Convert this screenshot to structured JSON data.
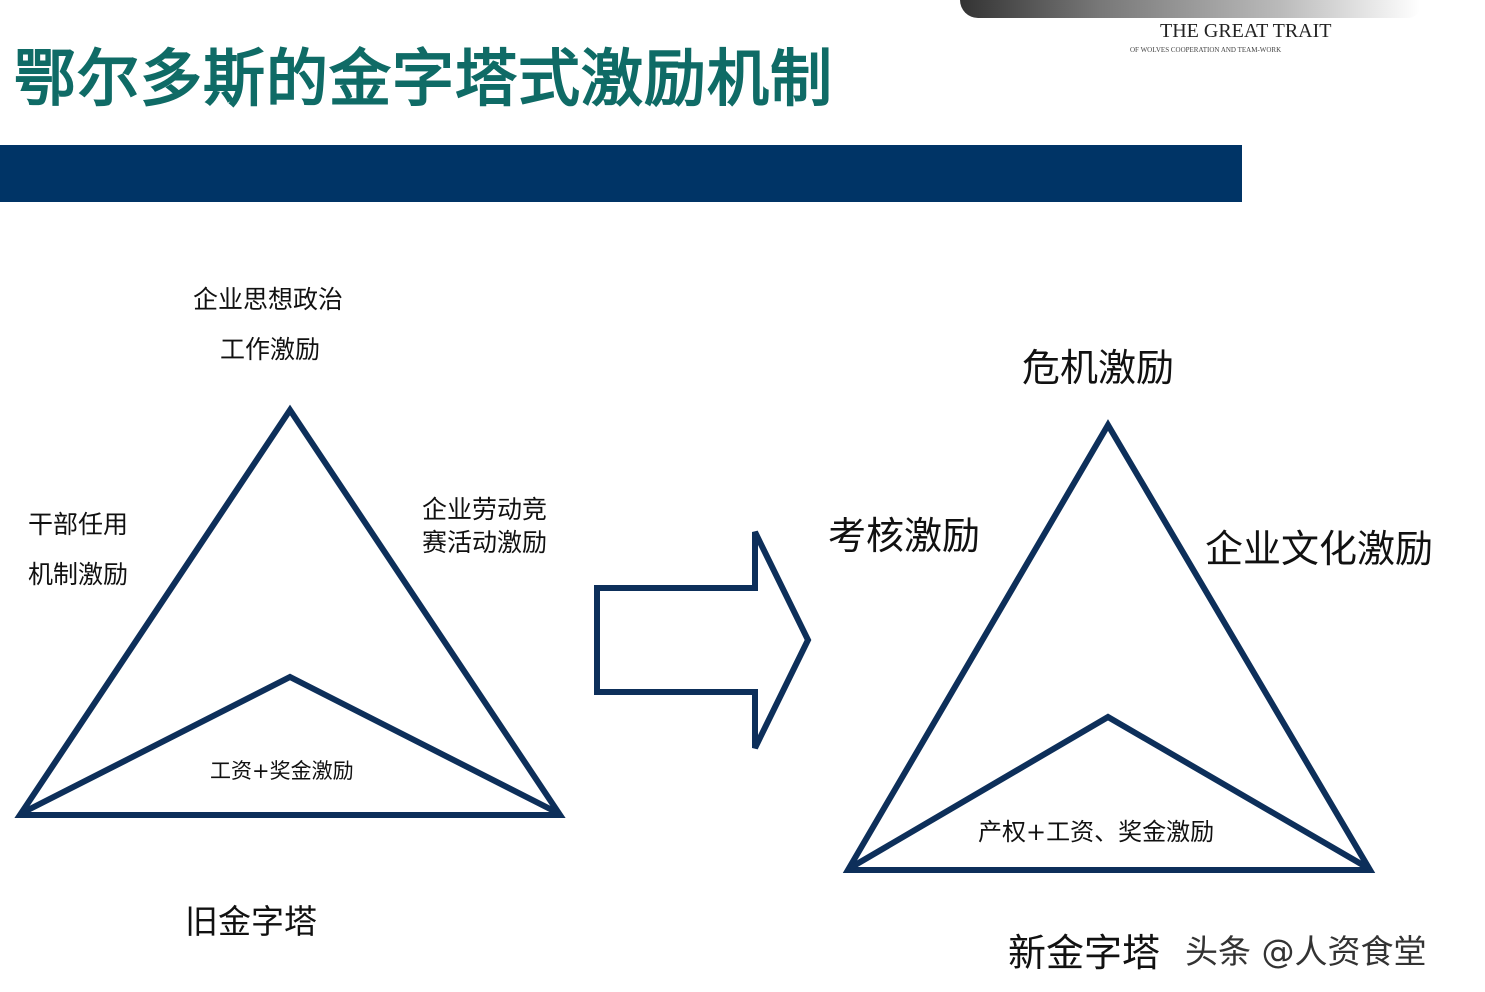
{
  "title": "鄂尔多斯的金字塔式激励机制",
  "logo": {
    "heading": "THE GREAT TRAIT",
    "subheading": "OF WOLVES COOPERATION AND TEAM-WORK"
  },
  "colors": {
    "title": "#0f6b66",
    "bar": "#003466",
    "stroke": "#0d2f5a"
  },
  "old_pyramid": {
    "top_label_line1": "企业思想政治",
    "top_label_line2": "工作激励",
    "left_label_line1": "干部任用",
    "left_label_line2": "机制激励",
    "right_label_line1": "企业劳动竞",
    "right_label_line2": "赛活动激励",
    "base_label": "工资+奖金激励",
    "caption": "旧金字塔"
  },
  "arrow": "right-arrow-outline",
  "new_pyramid": {
    "top_label": "危机激励",
    "left_label": "考核激励",
    "right_label": "企业文化激励",
    "base_label": "产权+工资、奖金激励",
    "caption": "新金字塔"
  },
  "watermark": "头条 @人资食堂"
}
